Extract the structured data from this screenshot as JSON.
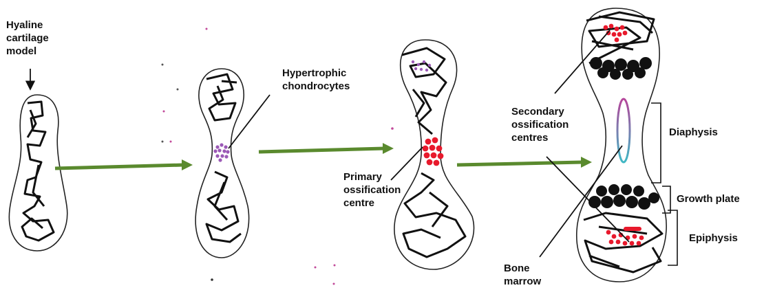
{
  "colors": {
    "outline": "#222222",
    "scribble": "#111111",
    "arrow_green": "#5a8a2e",
    "primary_ossification": "#e8192c",
    "hypertrophic": "#9b59b6",
    "growth_plate": "#111111",
    "diaphysis_ring_top": "#b5449a",
    "diaphysis_ring_bottom": "#3fb8c4"
  },
  "labels": {
    "hyaline": "Hyaline\ncartilage\nmodel",
    "hypertrophic": "Hypertrophic\nchondrocytes",
    "primary": "Primary\nossification\ncentre",
    "secondary": "Secondary\nossification\ncentres",
    "diaphysis": "Diaphysis",
    "growth_plate": "Growth plate",
    "epiphysis": "Epiphysis",
    "bone_marrow": "Bone\nmarrow"
  }
}
